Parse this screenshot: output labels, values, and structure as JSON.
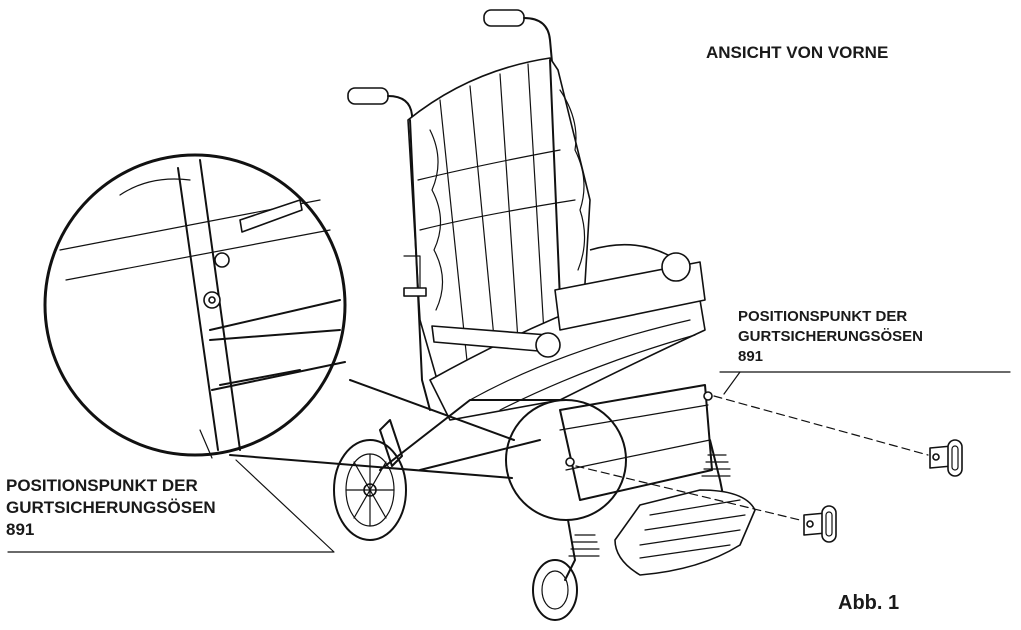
{
  "header": {
    "view_title": "ANSICHT VON VORNE"
  },
  "callouts": {
    "right": {
      "line1": "POSITIONSPUNKT DER",
      "line2": "GURTSICHERUNGSÖSEN",
      "line3": "891"
    },
    "left": {
      "line1": "POSITIONSPUNKT DER",
      "line2": "GURTSICHERUNGSÖSEN",
      "line3": "891"
    }
  },
  "figure": {
    "label": "Abb. 1"
  }
}
